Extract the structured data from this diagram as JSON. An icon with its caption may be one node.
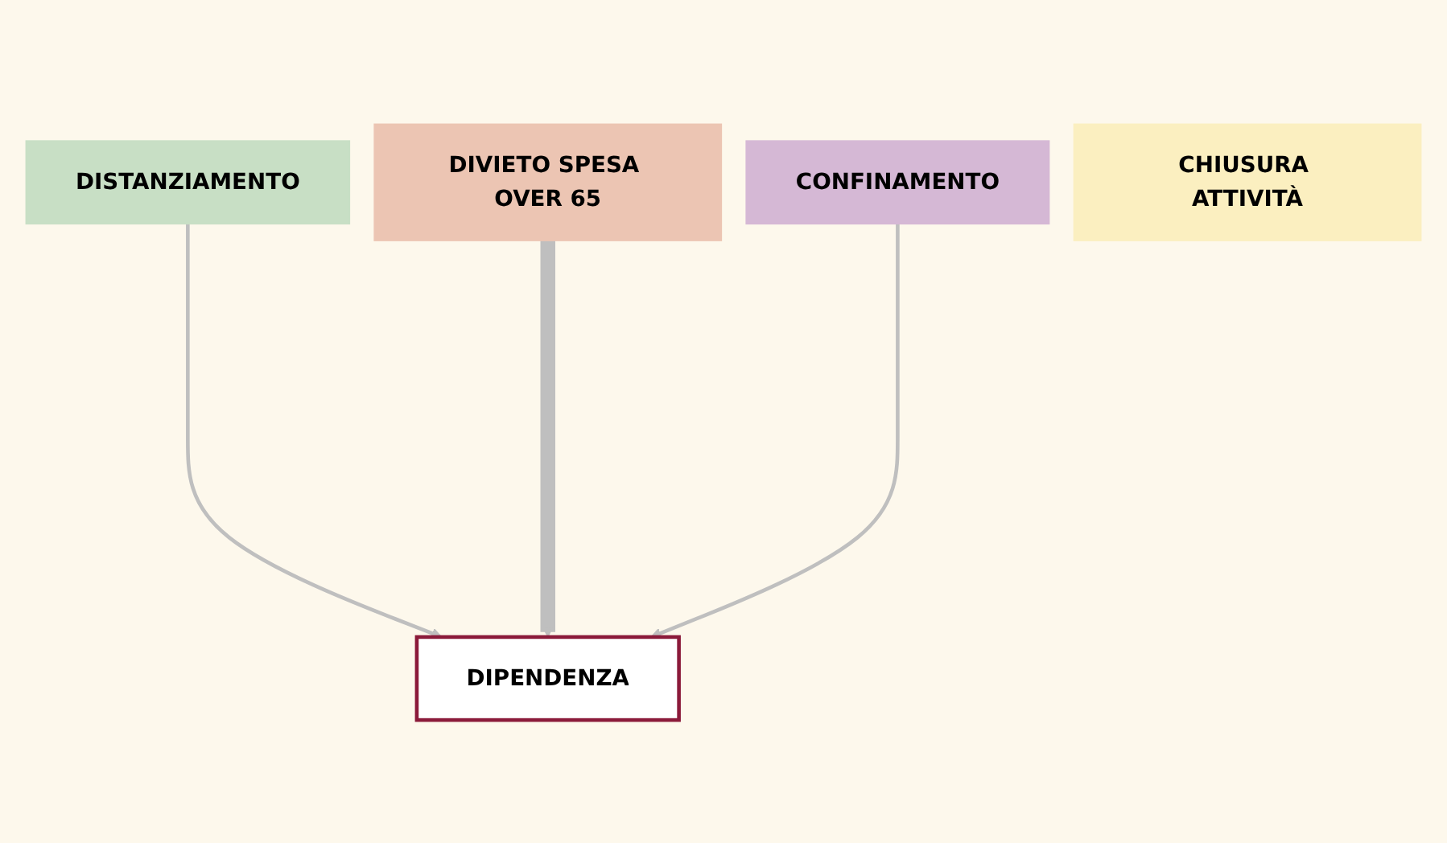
{
  "diagram": {
    "nodes": [
      {
        "text": [
          "DISTANZIAMENTO"
        ]
      },
      {
        "text": [
          "DIVIETO SPESA OVER 65"
        ]
      },
      {
        "text": [
          "CONFINAMENTO"
        ]
      },
      {
        "text": [
          "CHIUSURA ATTIVITÀ"
        ]
      },
      {
        "text": [
          "DIPENDENZA"
        ]
      }
    ],
    "edges": [
      {
        "from": 0,
        "to": 4,
        "arrow": "to"
      },
      {
        "from": 1,
        "to": 4,
        "arrow": "to",
        "style": "thick"
      },
      {
        "from": 2,
        "to": 4,
        "arrow": "to"
      }
    ]
  }
}
